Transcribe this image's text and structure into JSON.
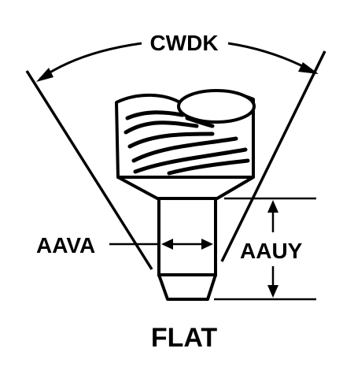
{
  "labels": {
    "angle_dimension": "CWDK",
    "diameter_dimension": "AAVA",
    "length_dimension": "AAUY",
    "caption": "FLAT"
  },
  "colors": {
    "ink": "#000000",
    "background": "#ffffff"
  }
}
